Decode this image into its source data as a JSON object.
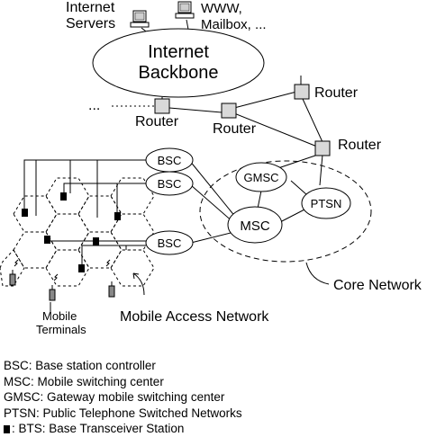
{
  "labels": {
    "internet_servers_line1": "Internet",
    "internet_servers_line2": "Servers",
    "www_label": "WWW,",
    "mailbox_label": "Mailbox, ...",
    "backbone_line1": "Internet",
    "backbone_line2": "Backbone",
    "router_left": "Router",
    "router_mid": "Router",
    "router_right_top": "Router",
    "router_right": "Router",
    "ellipsis_left": "...",
    "bsc_1": "BSC",
    "bsc_2": "BSC",
    "bsc_3": "BSC",
    "gmsc": "GMSC",
    "msc": "MSC",
    "ptsn": "PTSN",
    "core_network": "Core Network",
    "mobile_terminals_line1": "Mobile",
    "mobile_terminals_line2": "Terminals",
    "mobile_access_network": "Mobile Access Network"
  },
  "legend": {
    "bsc": "BSC: Base station controller",
    "msc": "MSC: Mobile switching center",
    "gmsc": "GMSC: Gateway mobile switching center",
    "ptsn": "PTSN: Public Telephone Switched Networks",
    "bts": ": BTS: Base Transceiver Station"
  },
  "icons": {
    "computer": "computer-icon",
    "router": "router-square-icon",
    "bts": "bts-square-icon",
    "mobile_phone": "mobile-phone-icon",
    "radio_link": "radio-link-icon"
  },
  "colors": {
    "router_fill": "#d9d9d9",
    "stroke": "#000000"
  }
}
